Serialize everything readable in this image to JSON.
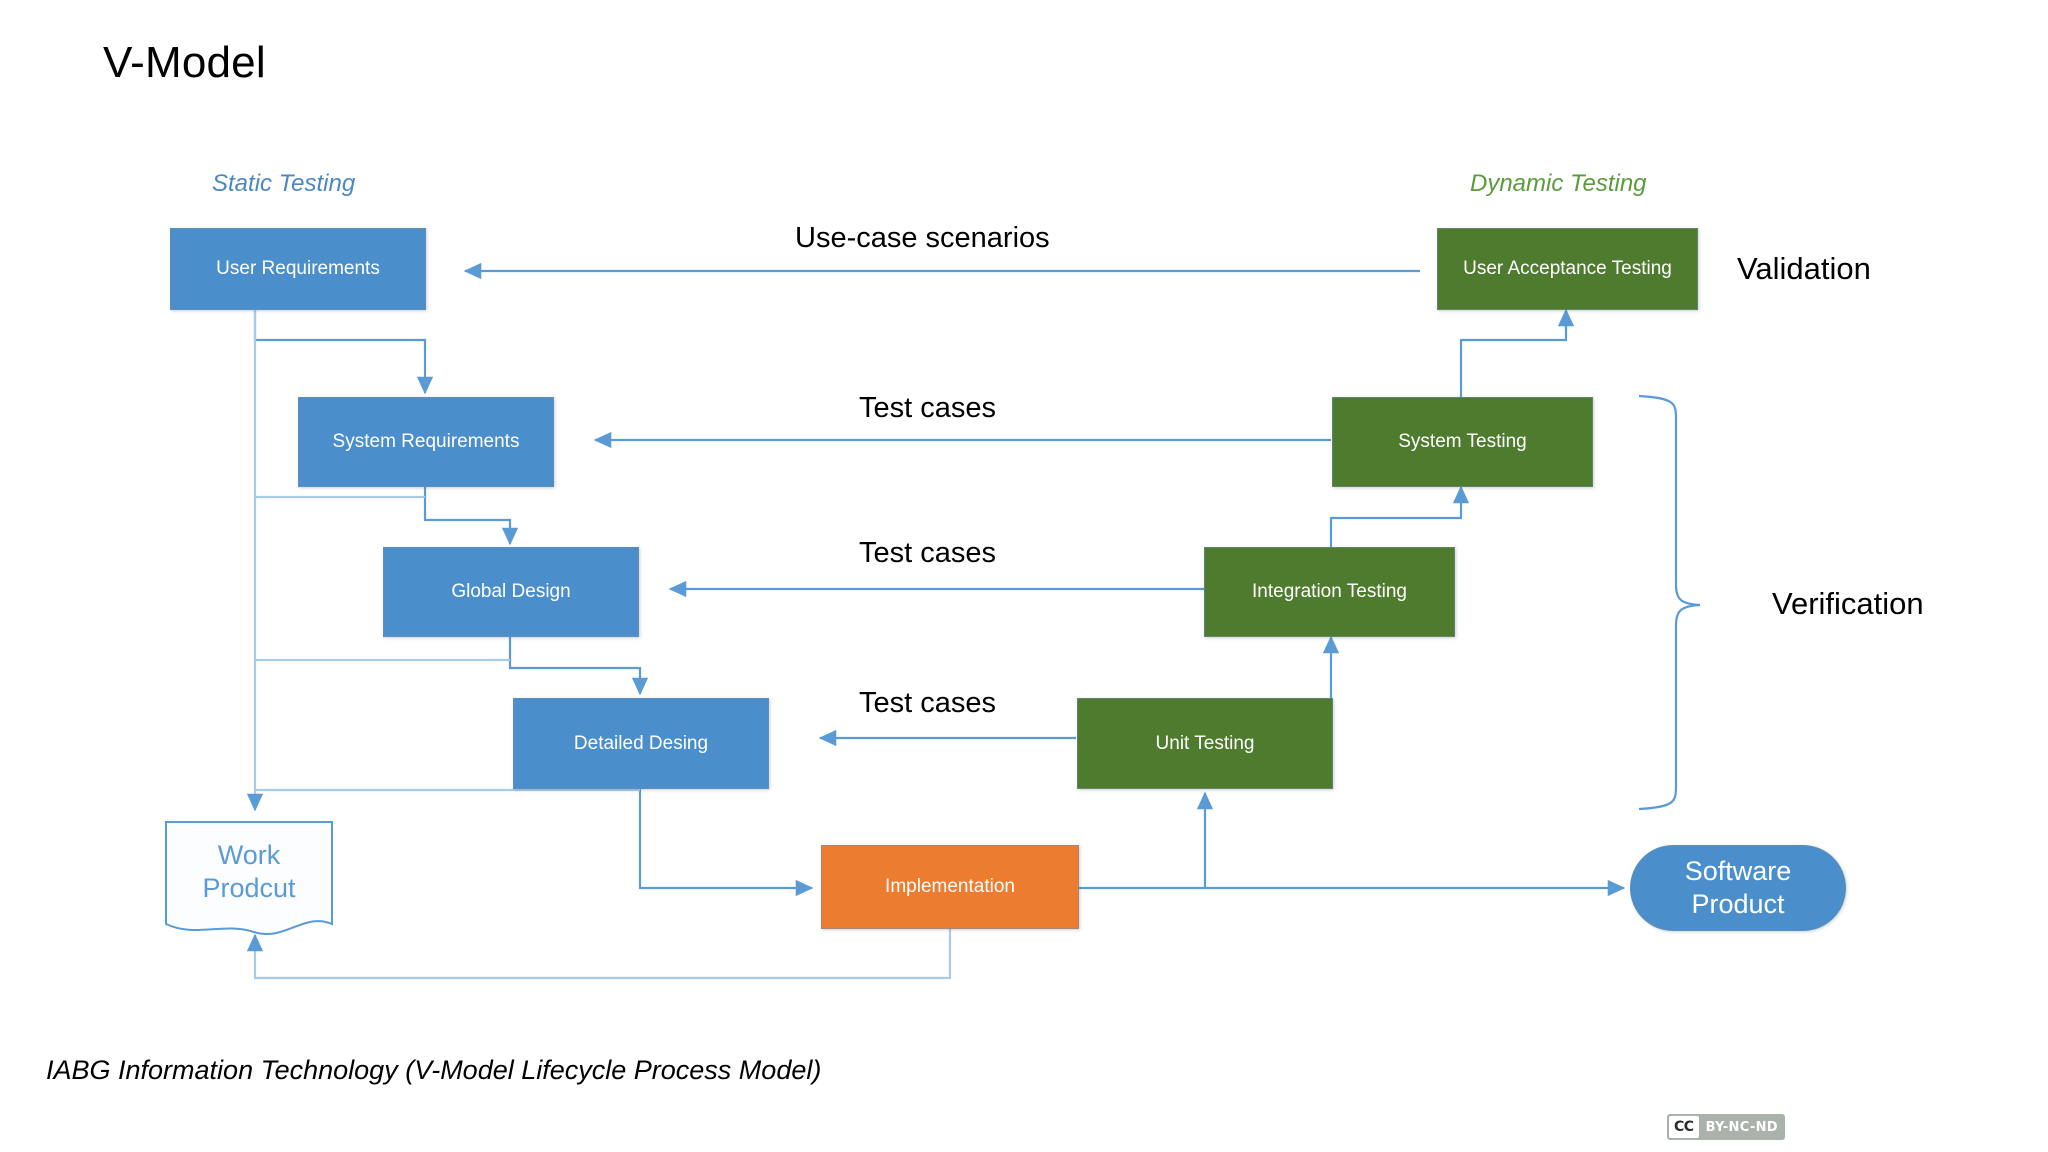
{
  "title": "V-Model",
  "phase_labels": {
    "left": "Static Testing",
    "right": "Dynamic Testing"
  },
  "left_boxes": [
    {
      "label": "User Requirements",
      "color": "#4a8fcb"
    },
    {
      "label": "System Requirements",
      "color": "#4a8fcb"
    },
    {
      "label": "Global Design",
      "color": "#4a8fcb"
    },
    {
      "label": "Detailed Desing",
      "color": "#4a8fcb"
    }
  ],
  "right_boxes": [
    {
      "label": "User Acceptance Testing",
      "color": "#4e7b2d"
    },
    {
      "label": "System Testing",
      "color": "#4e7b2d"
    },
    {
      "label": "Integration Testing",
      "color": "#4e7b2d"
    },
    {
      "label": "Unit Testing",
      "color": "#4e7b2d"
    }
  ],
  "bottom": {
    "work_product": "Work\nProdcut",
    "work_product_line1": "Work",
    "work_product_line2": "Prodcut",
    "implementation": "Implementation",
    "software_product_line1": "Software",
    "software_product_line2": "Product"
  },
  "flow_captions": [
    "Use-case scenarios",
    "Test cases",
    "Test cases",
    "Test cases"
  ],
  "group_labels": {
    "validation": "Validation",
    "verification": "Verification"
  },
  "footer": "IABG Information Technology (V-Model Lifecycle Process Model)",
  "license": {
    "mark": "CC",
    "terms": "BY-NC-ND"
  },
  "colors": {
    "blue": "#4a8fcb",
    "green": "#4e7b2d",
    "orange": "#ec7c30",
    "connector": "#5b9bd5",
    "static_label": "#4a87c4",
    "dynamic_label": "#5a9b3a"
  }
}
